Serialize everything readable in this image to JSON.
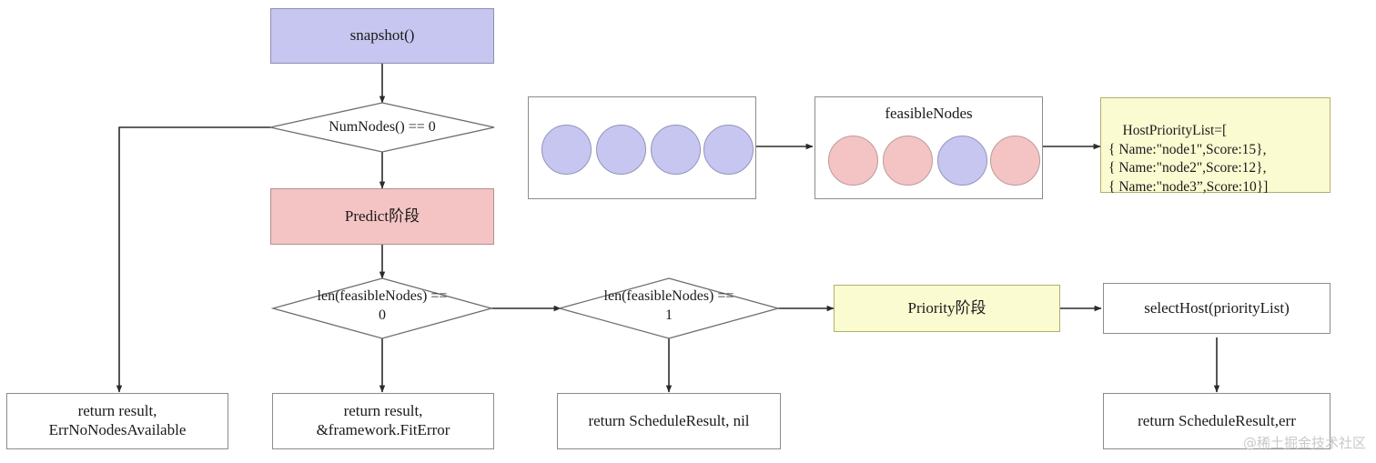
{
  "diagram": {
    "title_crop": "",
    "watermark": "@稀土掘金技术社区",
    "colors": {
      "purple": "#c6c6f0",
      "pink": "#f4c4c4",
      "yellow": "#fbfbd2",
      "stroke": "#8c8c8c",
      "arrow": "#2b2b2b"
    }
  },
  "nodes": {
    "snapshot": {
      "label": "snapshot()"
    },
    "num_nodes_check": {
      "label": "NumNodes() == 0"
    },
    "predict_stage": {
      "label": "Predict阶段"
    },
    "len_zero_check": {
      "label": "len(feasibleNodes) ==\n0"
    },
    "len_one_check": {
      "label": "len(feasibleNodes) ==\n1"
    },
    "priority_stage": {
      "label": "Priority阶段"
    },
    "select_host": {
      "label": "selectHost(priorityList)"
    },
    "return_no_nodes": {
      "label": "return result,\nErrNoNodesAvailable"
    },
    "return_fit_error": {
      "label": "return result,\n&framework.FitError"
    },
    "return_schedule_nil": {
      "label": "return ScheduleResult, nil"
    },
    "return_schedule_err": {
      "label": "return  ScheduleResult,err"
    }
  },
  "all_nodes_group": {
    "caption": "",
    "circles": [
      "purple",
      "purple",
      "purple",
      "purple"
    ]
  },
  "feasible_nodes_group": {
    "caption": "feasibleNodes",
    "circles": [
      "pink",
      "pink",
      "purple",
      "pink"
    ]
  },
  "host_priority_list": {
    "text": "HostPriorityList=[\n{ Name:\"node1\",Score:15},\n{ Name:\"node2\",Score:12},\n{ Name:\"node3”,Score:10}]"
  }
}
